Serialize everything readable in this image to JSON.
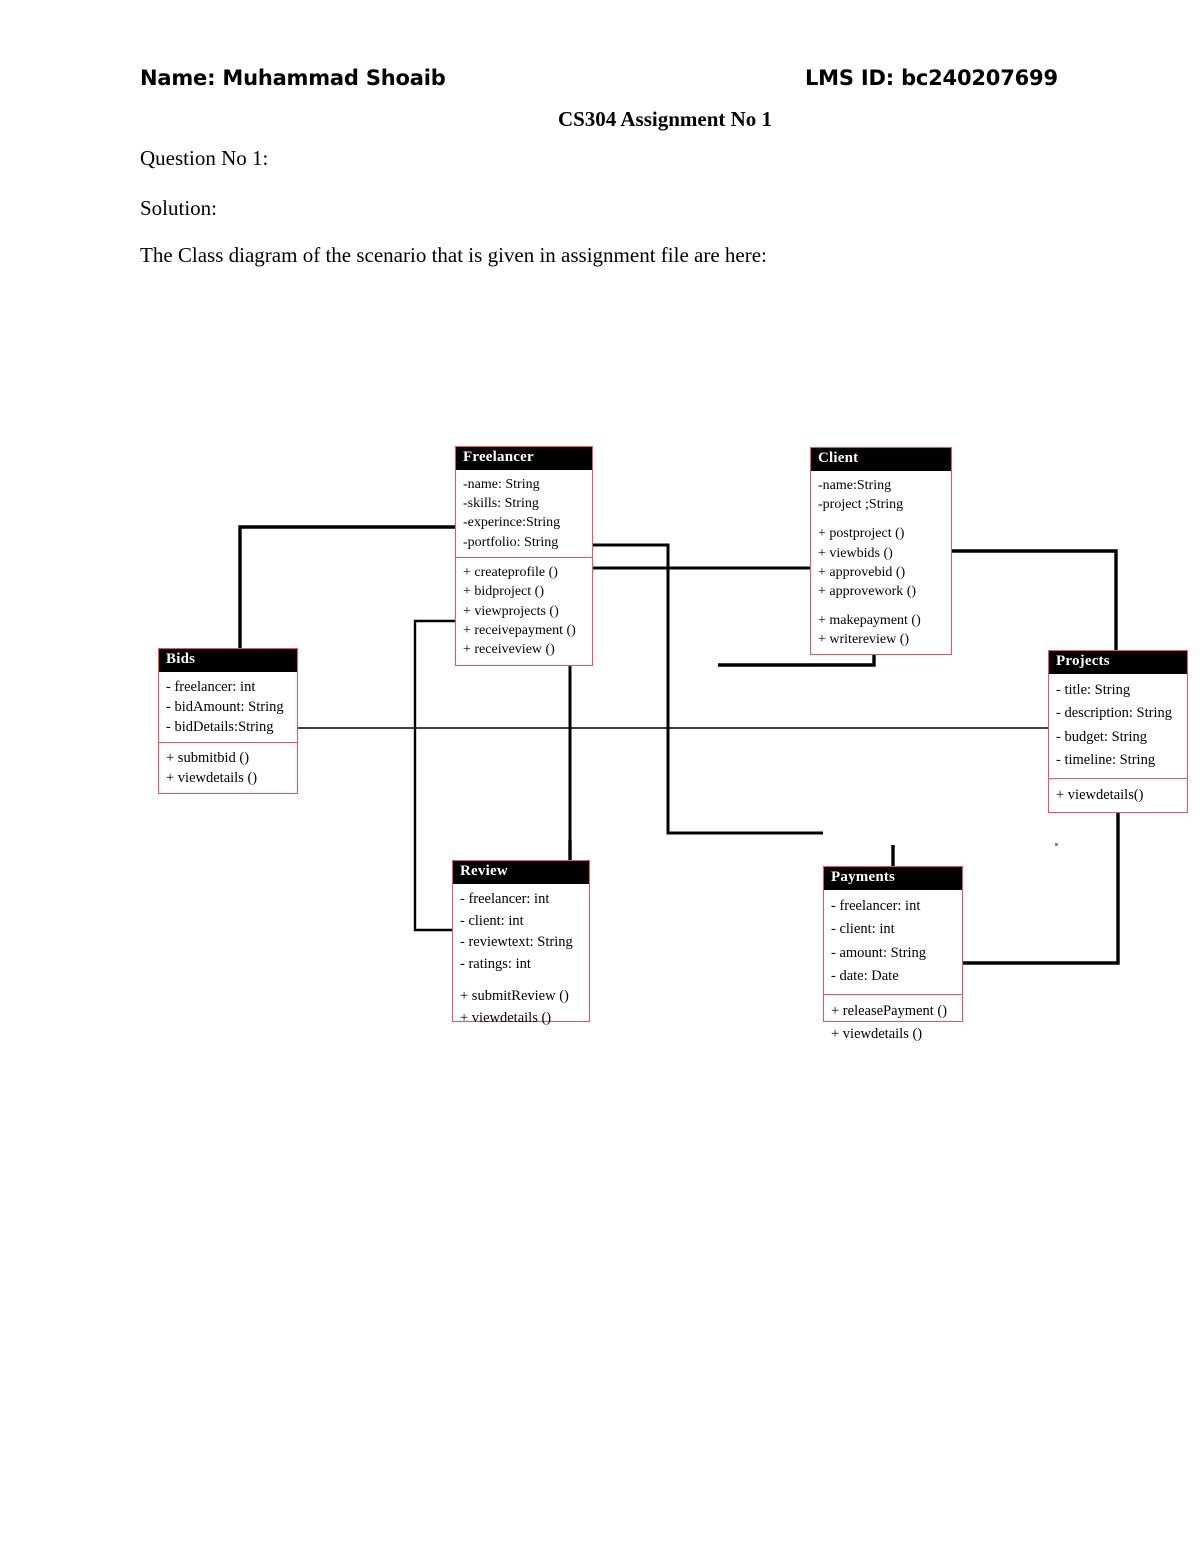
{
  "document": {
    "name_label": "Name: Muhammad Shoaib",
    "lms_label": "LMS ID: bc240207699",
    "assignment_title": "CS304 Assignment No 1",
    "question": "Question No 1:",
    "solution": "Solution:",
    "description": "The Class diagram of the scenario that is given in assignment file are here:"
  },
  "diagram": {
    "type": "uml-class-diagram",
    "colors": {
      "class_border": "#f4525a",
      "title_bar_bg": "#000000",
      "title_bar_text": "#ffffff",
      "connector": "#000000",
      "page_bg": "#ffffff"
    },
    "classes": [
      {
        "id": "freelancer",
        "name": "Freelancer",
        "attributes": [
          "-name: String",
          "-skills: String",
          "-experince:String",
          "-portfolio: String"
        ],
        "methods": [
          "+ createprofile ()",
          "+ bidproject ()",
          "+ viewprojects ()",
          "+ receivepayment ()",
          "+ receiveview ()"
        ]
      },
      {
        "id": "client",
        "name": "Client",
        "attributes": [
          "-name:String",
          "-project ;String"
        ],
        "methods": [
          "+ postproject ()",
          "+ viewbids ()",
          "+ approvebid ()",
          "+ approvework ()",
          "+ makepayment ()",
          "+ writereview ()"
        ]
      },
      {
        "id": "bids",
        "name": "Bids",
        "attributes": [
          "- freelancer: int",
          "- bidAmount: String",
          "- bidDetails:String"
        ],
        "methods": [
          "+ submitbid ()",
          "+ viewdetails ()"
        ]
      },
      {
        "id": "projects",
        "name": "Projects",
        "attributes": [
          "- title: String",
          "- description: String",
          "- budget: String",
          "- timeline: String"
        ],
        "methods": [
          "+ viewdetails()"
        ]
      },
      {
        "id": "review",
        "name": "Review",
        "attributes": [
          "- freelancer: int",
          "- client: int",
          "- reviewtext: String",
          "- ratings: int"
        ],
        "methods": [
          "+ submitReview ()",
          "+ viewdetails ()"
        ]
      },
      {
        "id": "payments",
        "name": "Payments",
        "attributes": [
          "- freelancer: int",
          "- client: int",
          "- amount: String",
          "- date: Date"
        ],
        "methods": [
          "+ releasePayment ()",
          "+ viewdetails ()"
        ]
      }
    ],
    "associations": [
      {
        "from": "freelancer",
        "to": "bids"
      },
      {
        "from": "freelancer",
        "to": "review"
      },
      {
        "from": "freelancer",
        "to": "payments"
      },
      {
        "from": "client",
        "to": "projects"
      },
      {
        "from": "client",
        "to": "review"
      },
      {
        "from": "client",
        "to": "payments"
      },
      {
        "from": "bids",
        "to": "projects"
      },
      {
        "from": "projects",
        "to": "payments"
      }
    ]
  }
}
